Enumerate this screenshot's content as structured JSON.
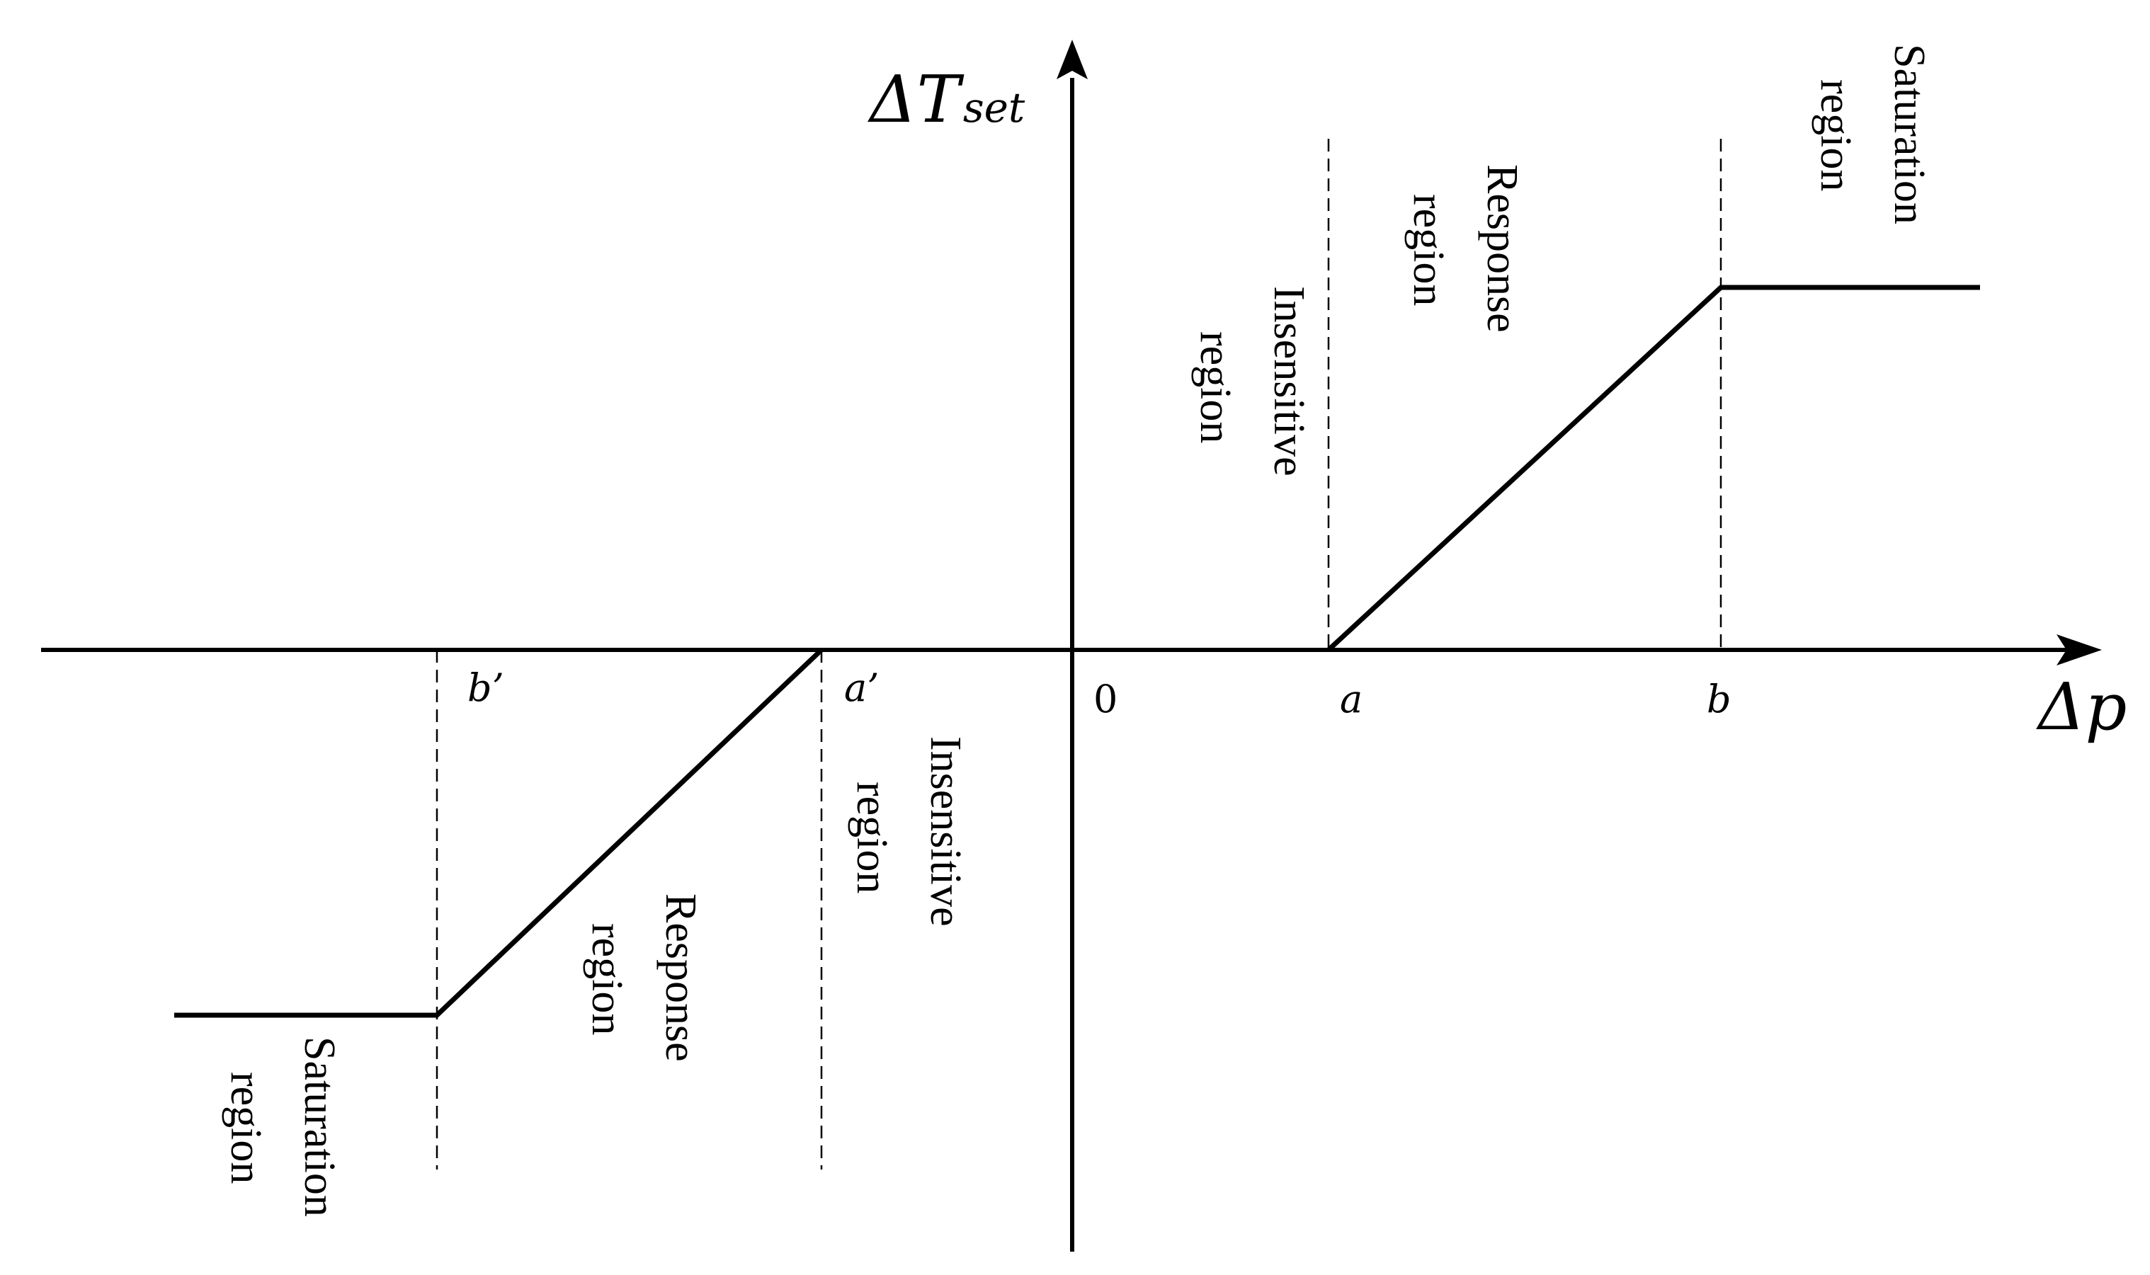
{
  "axes": {
    "y_title_main": "ΔT",
    "y_title_sub": "set",
    "x_title": "Δp",
    "origin": "0"
  },
  "ticks": {
    "a": "a",
    "b": "b",
    "a_prime": "a’",
    "b_prime": "b’"
  },
  "regions": {
    "insensitive_right": [
      "Insensitive",
      "region"
    ],
    "response_right": [
      "Response",
      "region"
    ],
    "saturation_right": [
      "Saturation",
      "region"
    ],
    "insensitive_left": [
      "Insensitive",
      "region"
    ],
    "response_left": [
      "Response",
      "region"
    ],
    "saturation_left": [
      "Saturation",
      "region"
    ]
  }
}
